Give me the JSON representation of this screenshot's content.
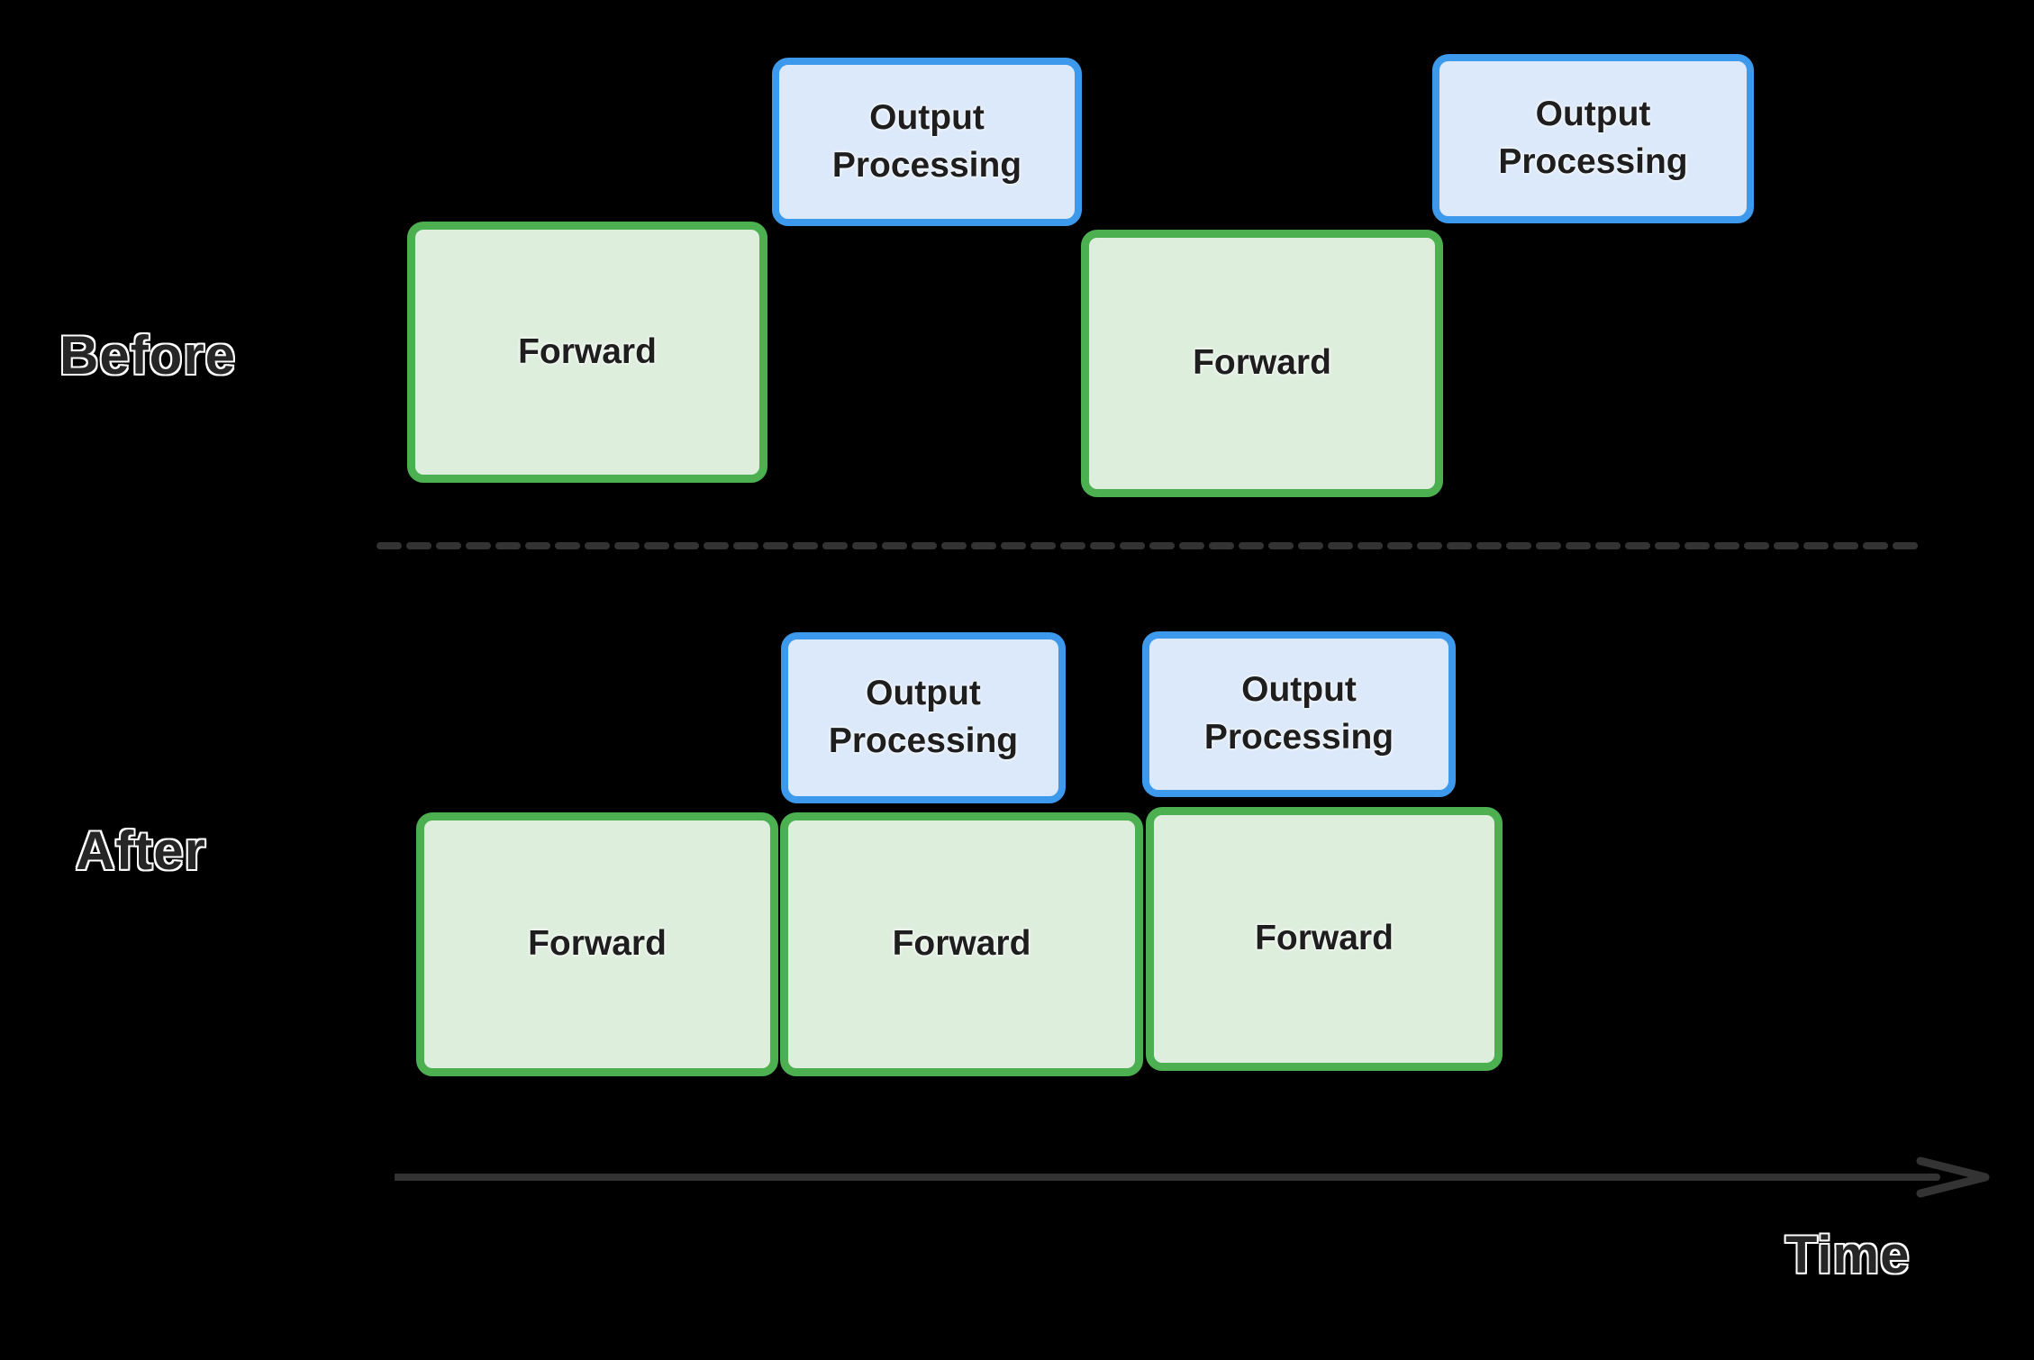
{
  "labels": {
    "before": "Before",
    "after": "After",
    "time": "Time"
  },
  "boxes": {
    "forward": "Forward",
    "output_processing": "Output Processing"
  },
  "colors": {
    "green_border": "#4caf50",
    "green_fill": "#deeedd",
    "blue_border": "#3d99ec",
    "blue_fill": "#dce9fa",
    "line": "#333333",
    "box_text": "#1e1e1e",
    "background": "#000000"
  }
}
